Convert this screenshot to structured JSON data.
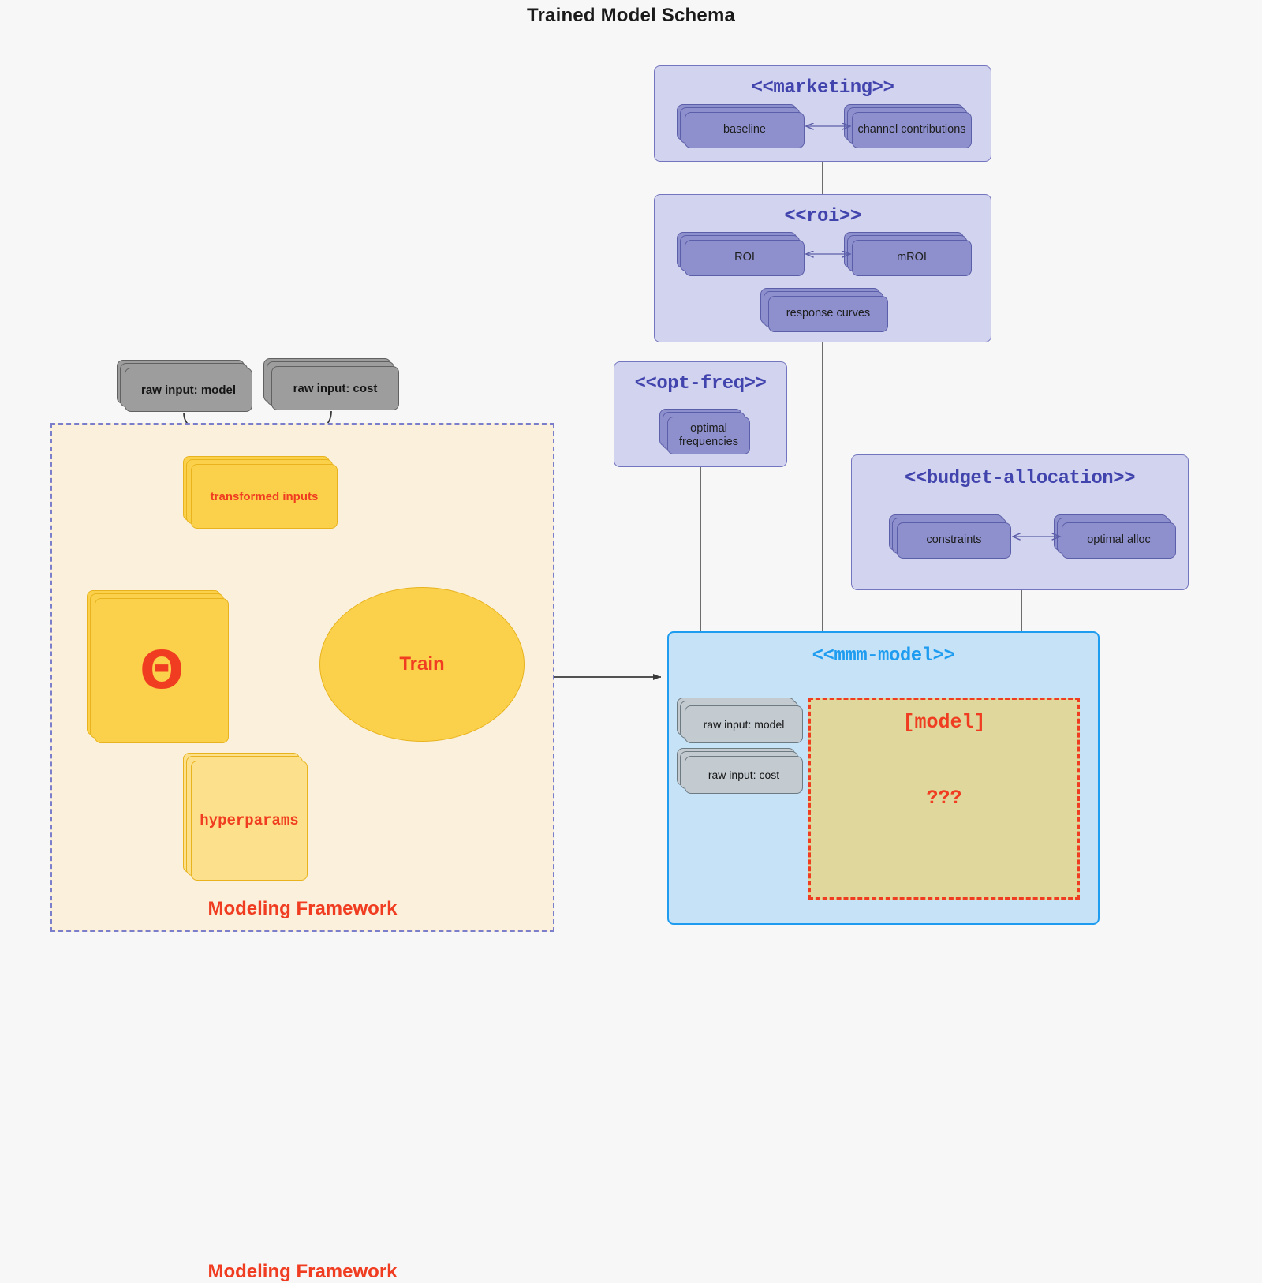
{
  "page": {
    "title": "Trained Model Schema",
    "background": "#F7F7F7"
  },
  "colors": {
    "package_fill": "#D2D3EE",
    "package_stroke": "#7375BE",
    "package_title": "#4244AE",
    "component_fill": "#8E90CE",
    "component_stroke": "#5B5EA8",
    "mmm_fill": "#C6E2F7",
    "mmm_stroke": "#1E9CF0",
    "framework_fill": "#FAF0DC",
    "framework_stroke": "#7B7ECB",
    "accent_red": "#F03C20",
    "yellow_fill": "#FBD14B",
    "yellow_stroke": "#E8B31D",
    "pale_yellow_fill": "#FCE08C",
    "gray_fill": "#9D9D9D",
    "gray_stroke": "#616161",
    "gray_small_fill": "#C3CBD1",
    "model_placeholder_fill": "#DFD79B"
  },
  "framework": {
    "label": "Modeling Framework",
    "raw_inputs": [
      {
        "label": "raw input: model"
      },
      {
        "label": "raw input: cost"
      }
    ],
    "transformed_inputs": {
      "label": "transformed inputs"
    },
    "theta": {
      "label": "Θ"
    },
    "hyperparams": {
      "label": "hyperparams"
    },
    "train": {
      "label": "Train"
    }
  },
  "packages": [
    {
      "id": "marketing",
      "title": "<<marketing>>",
      "components": [
        {
          "label": "baseline"
        },
        {
          "label": "channel contributions"
        }
      ]
    },
    {
      "id": "roi",
      "title": "<<roi>>",
      "components": [
        {
          "label": "ROI"
        },
        {
          "label": "mROI"
        },
        {
          "label": "response curves"
        }
      ]
    },
    {
      "id": "opt-freq",
      "title": "<<opt-freq>>",
      "components": [
        {
          "label": "optimal frequencies",
          "line1": "optimal",
          "line2": "frequencies"
        }
      ]
    },
    {
      "id": "budget-allocation",
      "title": "<<budget-allocation>>",
      "components": [
        {
          "label": "constraints"
        },
        {
          "label": "optimal alloc"
        }
      ]
    },
    {
      "id": "mmm-model",
      "title": "<<mmm-model>>",
      "raw_inputs": [
        {
          "label": "raw input: model"
        },
        {
          "label": "raw input: cost"
        }
      ],
      "model_placeholder": {
        "title": "[model]",
        "question": "???"
      }
    }
  ]
}
